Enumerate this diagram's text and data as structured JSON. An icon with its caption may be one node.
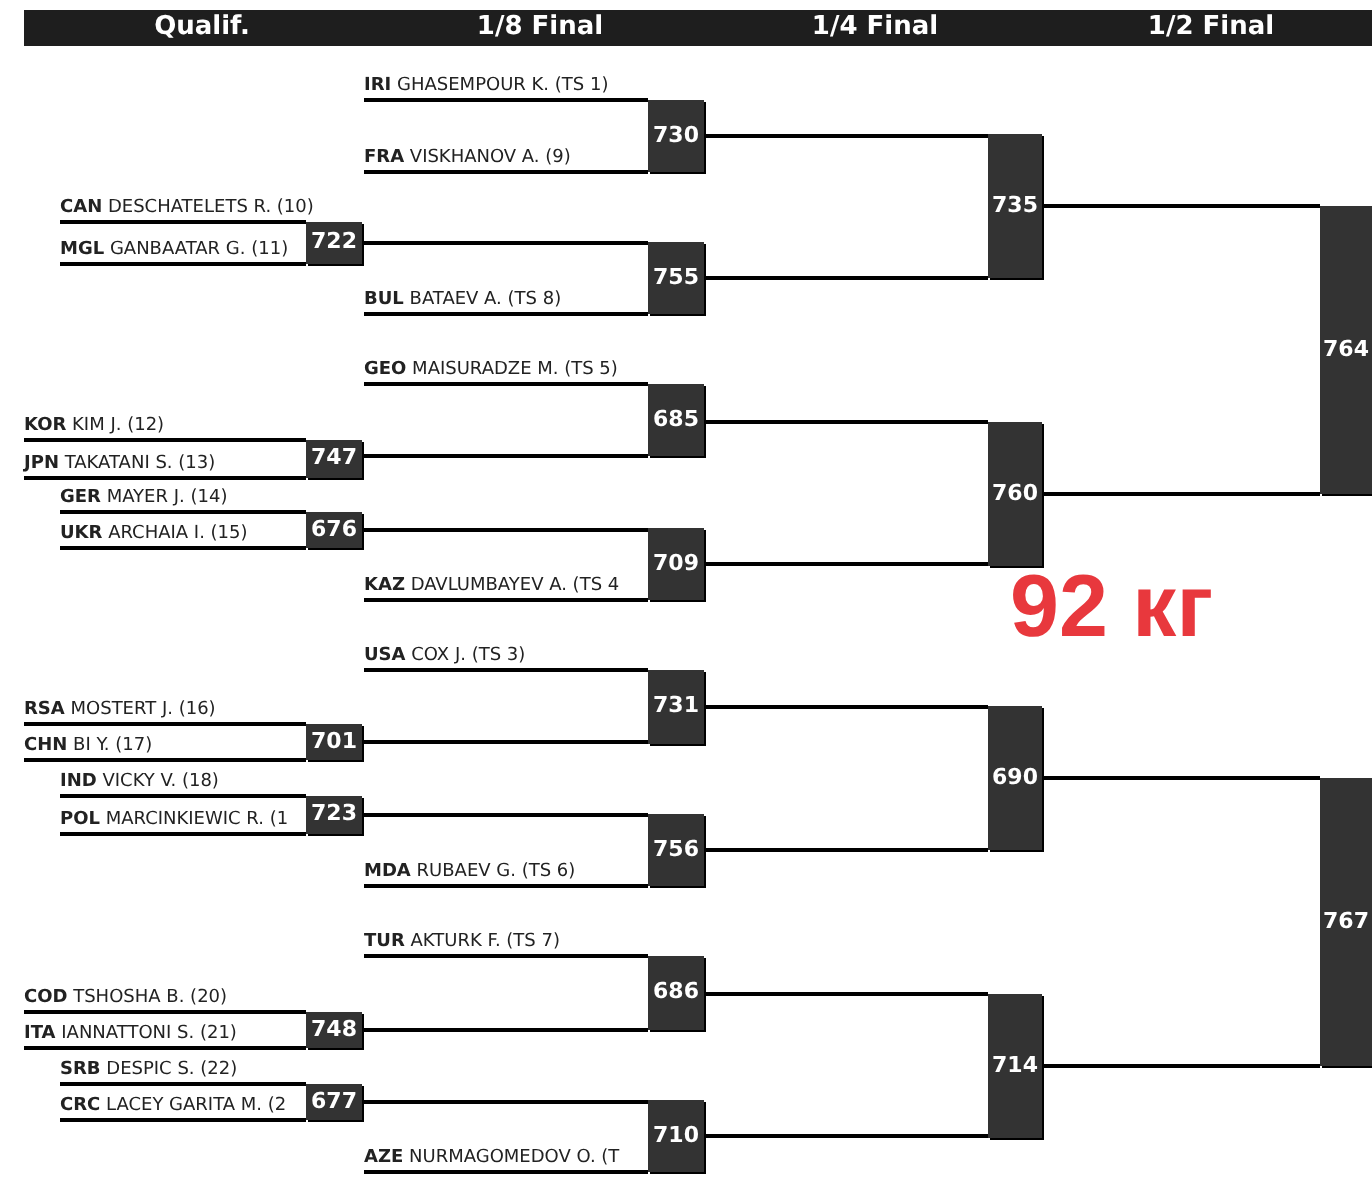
{
  "diagram": {
    "nodes": [
      {
        "text": [
          "**IRI** GHASEMPOUR K. (TS 1)"
        ]
      },
      {
        "text": [
          "**FRA** VISKHANOV A. (9)"
        ]
      },
      {
        "text": [
          "730"
        ]
      },
      {
        "text": [
          "**CAN** DESCHATELETS R. (10)"
        ]
      },
      {
        "text": [
          "**MGL** GANBAATAR G. (11)"
        ]
      },
      {
        "text": [
          "722"
        ]
      },
      {
        "text": [
          "**BUL** BATAEV A. (TS 8)"
        ]
      },
      {
        "text": [
          "755"
        ]
      },
      {
        "text": [
          "735"
        ]
      },
      {
        "text": [
          "**GEO** MAISURADZE M. (TS 5)"
        ]
      },
      {
        "text": [
          "**KOR** KIM J. (12)"
        ]
      },
      {
        "text": [
          "**JPN** TAKATANI S. (13)"
        ]
      },
      {
        "text": [
          "747"
        ]
      },
      {
        "text": [
          "685"
        ]
      },
      {
        "text": [
          "**GER** MAYER J. (14)"
        ]
      },
      {
        "text": [
          "**UKR** ARCHAIA I. (15)"
        ]
      },
      {
        "text": [
          "676"
        ]
      },
      {
        "text": [
          "**KAZ** DAVLUMBAYEV A. (TS 4"
        ]
      },
      {
        "text": [
          "709"
        ]
      },
      {
        "text": [
          "760"
        ]
      },
      {
        "text": [
          "764"
        ]
      },
      {
        "text": [
          "**USA** COX J. (TS 3)"
        ]
      },
      {
        "text": [
          "**RSA** MOSTERT J. (16)"
        ]
      },
      {
        "text": [
          "**CHN** BI Y. (17)"
        ]
      },
      {
        "text": [
          "701"
        ]
      },
      {
        "text": [
          "731"
        ]
      },
      {
        "text": [
          "**IND** VICKY V. (18)"
        ]
      },
      {
        "text": [
          "**POL** MARCINKIEWIC R. (1"
        ]
      },
      {
        "text": [
          "723"
        ]
      },
      {
        "text": [
          "**MDA** RUBAEV G. (TS 6)"
        ]
      },
      {
        "text": [
          "756"
        ]
      },
      {
        "text": [
          "690"
        ]
      },
      {
        "text": [
          "**TUR** AKTURK F. (TS 7)"
        ]
      },
      {
        "text": [
          "**COD** TSHOSHA B. (20)"
        ]
      },
      {
        "text": [
          "**ITA** IANNATTONI S. (21)"
        ]
      },
      {
        "text": [
          "748"
        ]
      },
      {
        "text": [
          "686"
        ]
      },
      {
        "text": [
          "**SRB** DESPIC S. (22)"
        ]
      },
      {
        "text": [
          "**CRC** LACEY GARITA M. (2"
        ]
      },
      {
        "text": [
          "677"
        ]
      },
      {
        "text": [
          "**AZE** NURMAGOMEDOV O. (T"
        ]
      },
      {
        "text": [
          "710"
        ]
      },
      {
        "text": [
          "714"
        ]
      },
      {
        "text": [
          "767"
        ]
      }
    ],
    "edges": [
      {
        "from": 0,
        "to": 2,
        "arrow": "none"
      },
      {
        "from": 1,
        "to": 2,
        "arrow": "none"
      },
      {
        "from": 3,
        "to": 5,
        "arrow": "none"
      },
      {
        "from": 4,
        "to": 5,
        "arrow": "none"
      },
      {
        "from": 5,
        "to": 7,
        "arrow": "none"
      },
      {
        "from": 6,
        "to": 7,
        "arrow": "none"
      },
      {
        "from": 2,
        "to": 8,
        "arrow": "none"
      },
      {
        "from": 7,
        "to": 8,
        "arrow": "none"
      },
      {
        "from": 9,
        "to": 13,
        "arrow": "none"
      },
      {
        "from": 10,
        "to": 12,
        "arrow": "none"
      },
      {
        "from": 11,
        "to": 12,
        "arrow": "none"
      },
      {
        "from": 12,
        "to": 13,
        "arrow": "none"
      },
      {
        "from": 14,
        "to": 16,
        "arrow": "none"
      },
      {
        "from": 15,
        "to": 16,
        "arrow": "none"
      },
      {
        "from": 16,
        "to": 18,
        "arrow": "none"
      },
      {
        "from": 17,
        "to": 18,
        "arrow": "none"
      },
      {
        "from": 13,
        "to": 19,
        "arrow": "none"
      },
      {
        "from": 18,
        "to": 19,
        "arrow": "none"
      },
      {
        "from": 8,
        "to": 20,
        "arrow": "none"
      },
      {
        "from": 19,
        "to": 20,
        "arrow": "none"
      },
      {
        "from": 21,
        "to": 25,
        "arrow": "none"
      },
      {
        "from": 22,
        "to": 24,
        "arrow": "none"
      },
      {
        "from": 23,
        "to": 24,
        "arrow": "none"
      },
      {
        "from": 24,
        "to": 25,
        "arrow": "none"
      },
      {
        "from": 26,
        "to": 28,
        "arrow": "none"
      },
      {
        "from": 27,
        "to": 28,
        "arrow": "none"
      },
      {
        "from": 28,
        "to": 30,
        "arrow": "none"
      },
      {
        "from": 29,
        "to": 30,
        "arrow": "none"
      },
      {
        "from": 25,
        "to": 31,
        "arrow": "none"
      },
      {
        "from": 30,
        "to": 31,
        "arrow": "none"
      },
      {
        "from": 32,
        "to": 36,
        "arrow": "none"
      },
      {
        "from": 33,
        "to": 35,
        "arrow": "none"
      },
      {
        "from": 34,
        "to": 35,
        "arrow": "none"
      },
      {
        "from": 35,
        "to": 36,
        "arrow": "none"
      },
      {
        "from": 37,
        "to": 39,
        "arrow": "none"
      },
      {
        "from": 38,
        "to": 39,
        "arrow": "none"
      },
      {
        "from": 39,
        "to": 41,
        "arrow": "none"
      },
      {
        "from": 40,
        "to": 41,
        "arrow": "none"
      },
      {
        "from": 36,
        "to": 42,
        "arrow": "none"
      },
      {
        "from": 41,
        "to": 42,
        "arrow": "none"
      },
      {
        "from": 31,
        "to": 43,
        "arrow": "none"
      },
      {
        "from": 42,
        "to": 43,
        "arrow": "none"
      }
    ],
    "labels": [
      "Qualif.",
      "1/8 Final",
      "1/4 Final",
      "1/2 Final",
      "92 кг"
    ]
  }
}
